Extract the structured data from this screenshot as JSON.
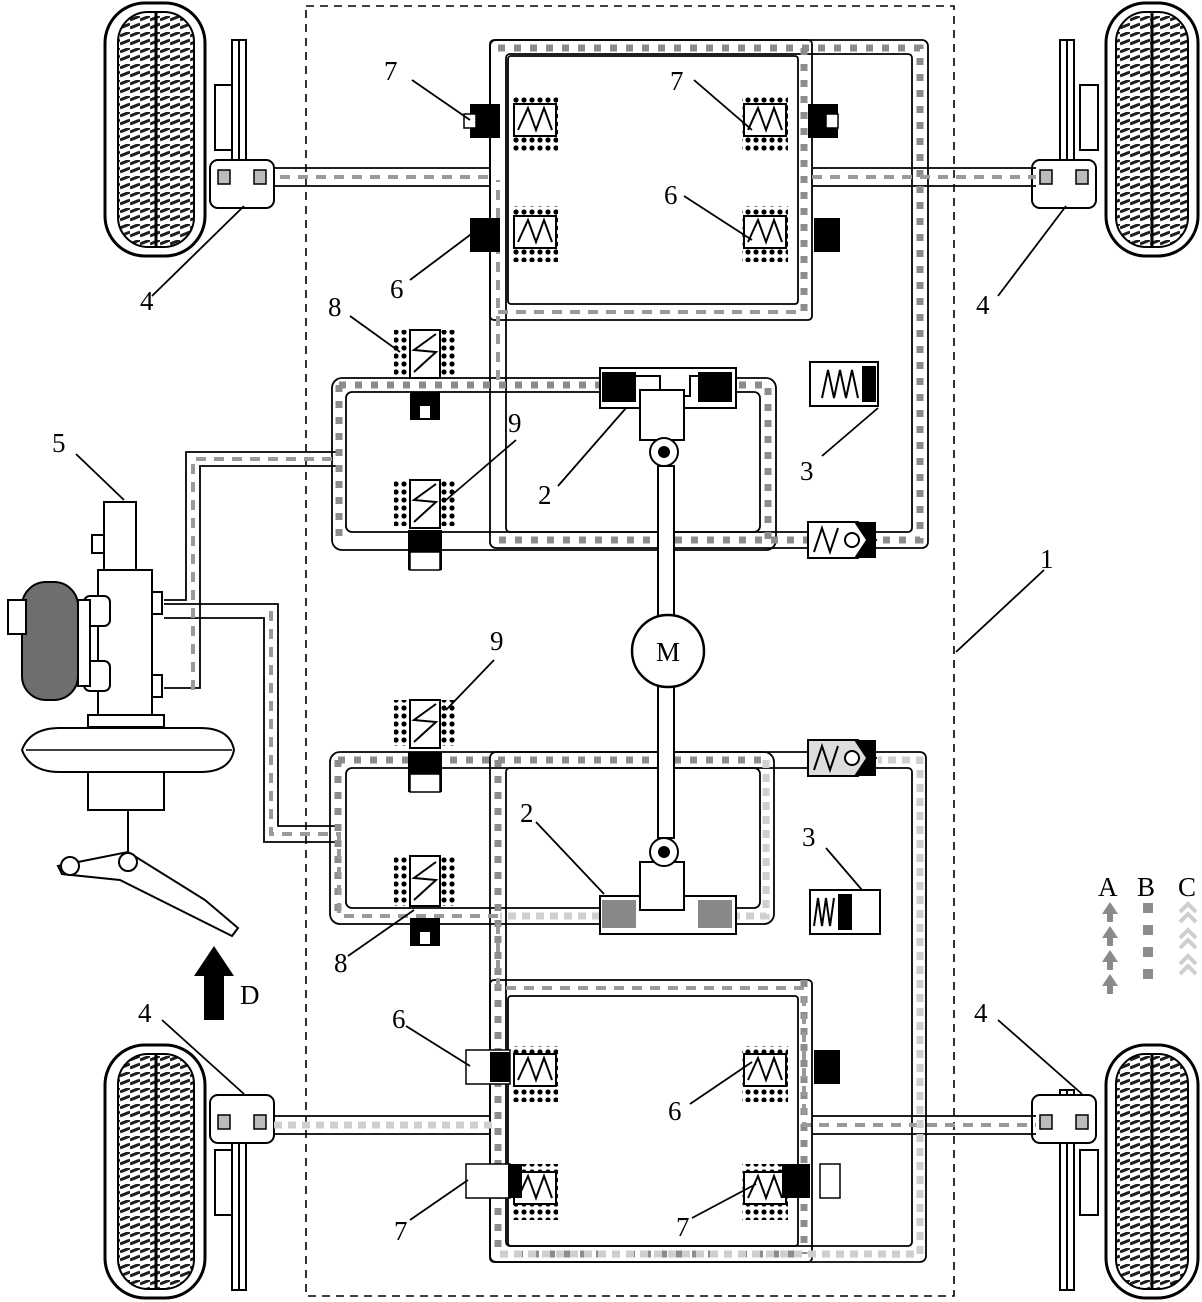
{
  "colors": {
    "flow_a": "#9a9a9a",
    "flow_b": "#8c8c8c",
    "flow_c": "#cfcfcf",
    "ink": "#000000",
    "tire": "#1e1e1e",
    "booster": "#6e6e6e"
  },
  "labels": {
    "hcu": "1",
    "pump_valve": "2",
    "accumulator": "3",
    "wheel_brake": "4",
    "master_cylinder": "5",
    "inlet_valve": "6",
    "outlet_valve": "7",
    "isolation_valve": "8",
    "priming_valve": "9",
    "motor": "M",
    "direction": "D"
  },
  "legend": [
    "A",
    "B",
    "C"
  ]
}
